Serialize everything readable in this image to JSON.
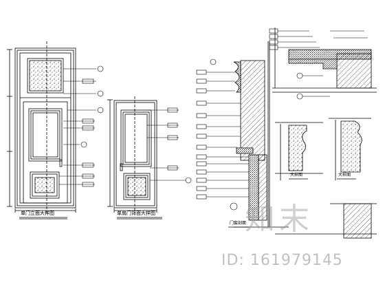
{
  "drawings": {
    "door_a_title": "单门立面大样图",
    "door_b_title": "单扇门背面大样图",
    "section_title": "门套剖面",
    "detail_1": "大样图",
    "detail_2": "大样图"
  },
  "watermark": {
    "brand": "知末",
    "id": "ID: 161979145"
  }
}
